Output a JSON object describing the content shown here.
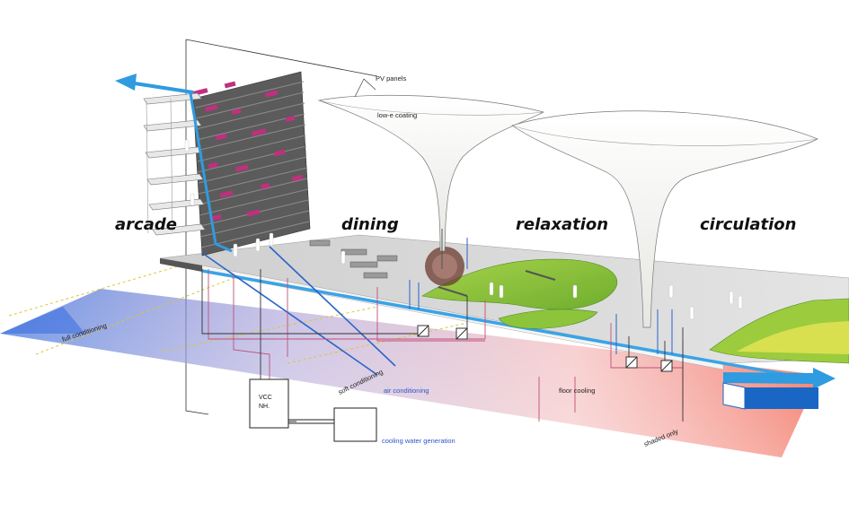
{
  "diagram": {
    "zones": [
      "arcade",
      "dining",
      "relaxation",
      "circulation"
    ],
    "labels": {
      "pv_panels": "PV panels",
      "low_e_coating": "low-e coating",
      "full_conditioning": "full conditioning",
      "soft_conditioning": "soft conditioning",
      "air_conditioning": "air conditioning",
      "floor_cooling": "floor cooling",
      "shaded_only": "shaded only",
      "cooling_water_generation": "cooling water generation",
      "vcc_nh_line1": "VCC",
      "vcc_nh_line2": "NH."
    },
    "colors": {
      "blue_arrow": "#2f9be0",
      "air_line": "#2a64c8",
      "cool_band": "#5a7fd6",
      "warm_band": "#f26a55",
      "grass": "#8cc43c",
      "pink_panels": "#c0307e",
      "dashed_yellow": "#d8c832"
    }
  }
}
